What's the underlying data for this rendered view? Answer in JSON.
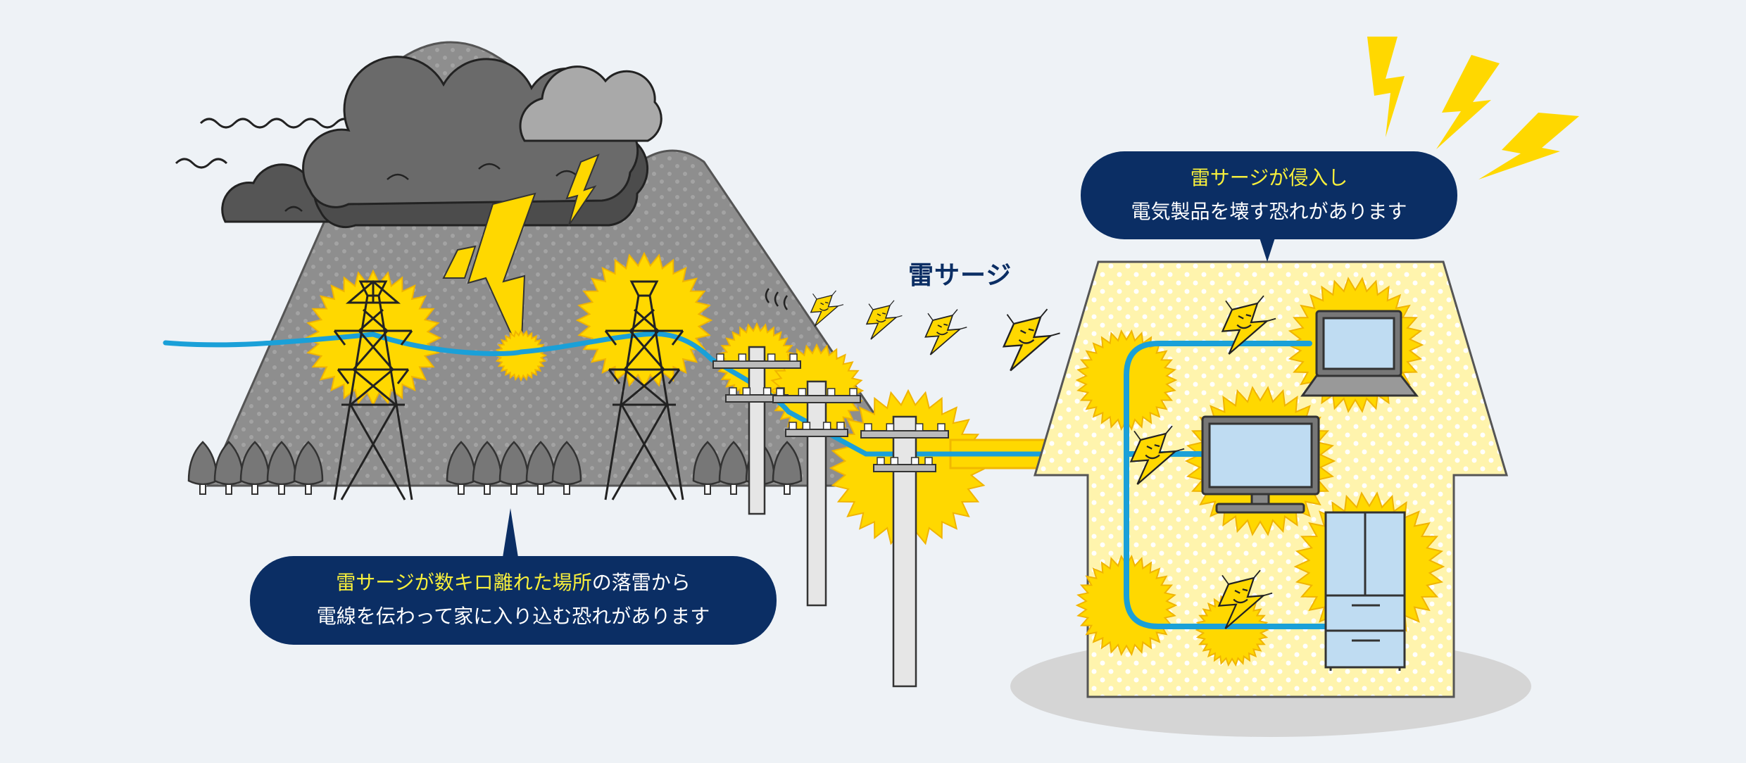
{
  "colors": {
    "background": "#eef2f6",
    "navy": "#0b2e64",
    "highlight": "#f7ef3c",
    "surge_yellow": "#ffd800",
    "house_fill": "#fff4ad",
    "power_line": "#1aa0d8",
    "mountain": "#8e8e8e",
    "cloud": "#555555"
  },
  "labels": {
    "surge": "雷サージ"
  },
  "callout_left": {
    "line1_highlight": "雷サージが数キロ離れた場所",
    "line1_rest": "の落雷から",
    "line2": "電線を伝わって家に入り込む恐れがあります"
  },
  "callout_right": {
    "line1_highlight": "雷サージが侵入し",
    "line2": "電気製品を壊す恐れがあります"
  }
}
